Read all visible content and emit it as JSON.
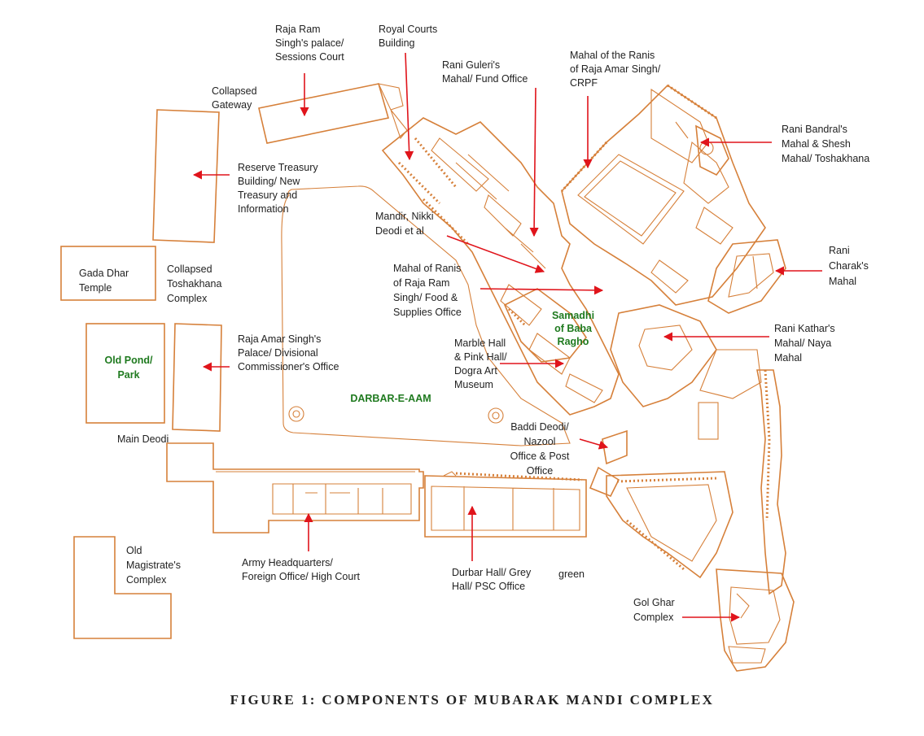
{
  "figure": {
    "caption": "FIGURE 1: COMPONENTS OF MUBARAK MANDI COMPLEX"
  },
  "map": {
    "labels": [
      {
        "id": "raja-ram-singh-palace",
        "lines": [
          "Raja Ram",
          "Singh's palace/",
          "Sessions Court"
        ]
      },
      {
        "id": "royal-courts",
        "lines": [
          "Royal Courts",
          "Building"
        ]
      },
      {
        "id": "rani-guleri",
        "lines": [
          "Rani Guleri's",
          "Mahal/ Fund Office"
        ]
      },
      {
        "id": "mahal-ranis-amar-singh",
        "lines": [
          "Mahal of the Ranis",
          "of Raja Amar Singh/",
          "CRPF"
        ]
      },
      {
        "id": "collapsed-gateway",
        "lines": [
          "Collapsed",
          "Gateway"
        ]
      },
      {
        "id": "rani-bandral",
        "lines": [
          "Rani Bandral's",
          "Mahal & Shesh",
          "Mahal/ Toshakhana"
        ]
      },
      {
        "id": "reserve-treasury",
        "lines": [
          "Reserve Treasury",
          "Building/ New",
          "Treasury and",
          "Information"
        ]
      },
      {
        "id": "mandir-nikki-deodi",
        "lines": [
          "Mandir, Nikki",
          "Deodi et al"
        ]
      },
      {
        "id": "gada-dhar-temple",
        "lines": [
          "Gada Dhar",
          "Temple"
        ]
      },
      {
        "id": "collapsed-toshakhana",
        "lines": [
          "Collapsed",
          "Toshakhana",
          "Complex"
        ]
      },
      {
        "id": "mahal-ranis-ram-singh",
        "lines": [
          "Mahal of Ranis",
          "of Raja Ram",
          "Singh/ Food &",
          "Supplies Office"
        ]
      },
      {
        "id": "rani-charak",
        "lines": [
          "Rani",
          "Charak's",
          "Mahal"
        ]
      },
      {
        "id": "samadhi-baba-ragho",
        "lines": [
          "Samadhi",
          "of Baba",
          "Ragho"
        ],
        "green": true
      },
      {
        "id": "raja-amar-singh-palace",
        "lines": [
          "Raja Amar Singh's",
          "Palace/ Divisional",
          "Commissioner's Office"
        ]
      },
      {
        "id": "old-pond-park",
        "lines": [
          "Old Pond/",
          "Park"
        ],
        "green": true
      },
      {
        "id": "marble-pink-hall",
        "lines": [
          "Marble Hall",
          "& Pink Hall/",
          "Dogra Art",
          "Museum"
        ]
      },
      {
        "id": "rani-kathar",
        "lines": [
          "Rani Kathar's",
          "Mahal/ Naya",
          "Mahal"
        ]
      },
      {
        "id": "darbar-e-aam",
        "lines": [
          "DARBAR-E-AAM"
        ],
        "green": true
      },
      {
        "id": "baddi-deodi",
        "lines": [
          "Baddi Deodi/",
          "Nazool",
          "Office & Post",
          "Office"
        ]
      },
      {
        "id": "main-deodi",
        "lines": [
          "Main Deodi"
        ]
      },
      {
        "id": "old-magistrate",
        "lines": [
          "Old",
          "Magistrate's",
          "Complex"
        ]
      },
      {
        "id": "army-hq",
        "lines": [
          "Army Headquarters/",
          "Foreign Office/ High Court"
        ]
      },
      {
        "id": "durbar-hall",
        "lines": [
          "Durbar Hall/ Grey",
          "Hall/ PSC Office"
        ]
      },
      {
        "id": "green-word",
        "lines": [
          "green"
        ]
      },
      {
        "id": "gol-ghar",
        "lines": [
          "Gol Ghar",
          "Complex"
        ]
      }
    ]
  },
  "colors": {
    "building_outline": "#d6803a",
    "arrow": "#e0141b",
    "green_label": "#1f7a1f",
    "text": "#222222"
  }
}
